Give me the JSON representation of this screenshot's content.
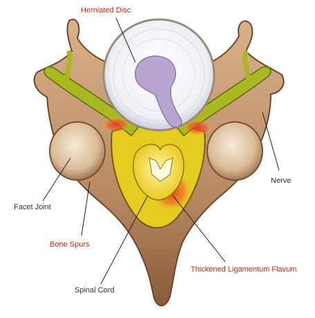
{
  "labels": {
    "herniated_disc": "Herniated Disc",
    "nerve": "Nerve",
    "facet_joint": "Facet Joint",
    "bone_spurs": "Bone Spurs",
    "thickened_ligamentum_flavum": "Thickened Ligamentum Flavum",
    "spinal_cord": "Spinal Cord"
  },
  "colors": {
    "accent_label": "#cc2a10",
    "plain_label": "#333333",
    "bone": "#c9a27e",
    "bone_dark": "#8a5a3a",
    "disc": "#f4f4f8",
    "disc_core": "#b8a6d0",
    "nerve": "#a8b820",
    "cord": "#f4e24a",
    "inflammation": "#e8321e"
  }
}
